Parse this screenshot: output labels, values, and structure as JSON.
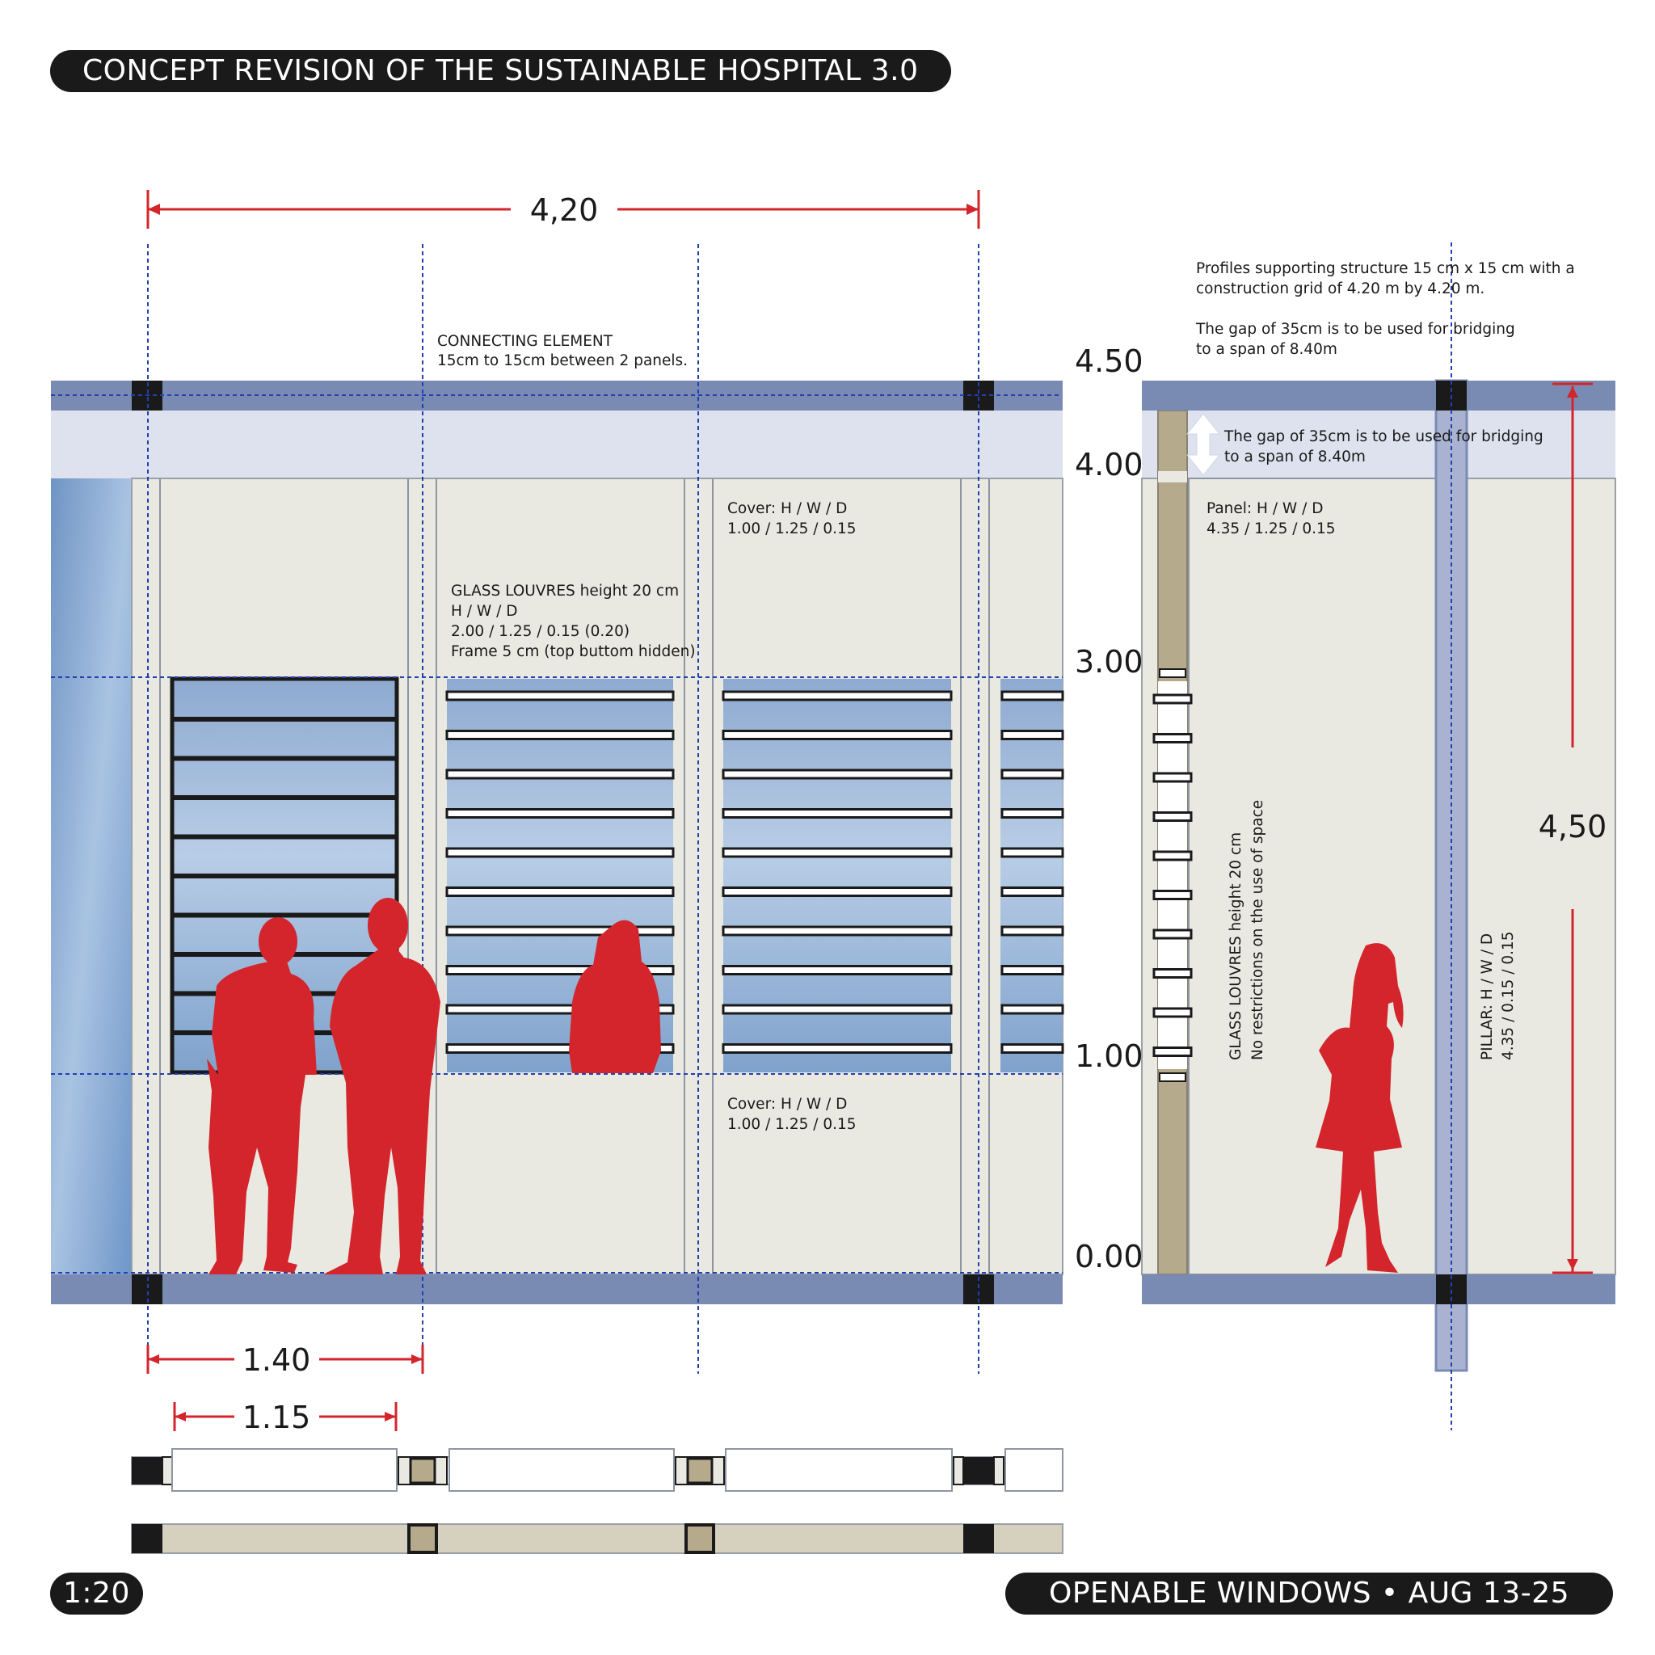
{
  "header": {
    "title": "CONCEPT REVISION OF THE SUSTAINABLE HOSPITAL 3.0"
  },
  "footer": {
    "scale": "1:20",
    "subtitle": "OPENABLE WINDOWS • AUG 13-25"
  },
  "dimensions": {
    "width_total": "4,20",
    "width_panel": "1.40",
    "width_window": "1.15",
    "height_total": "4,50",
    "levels": [
      "4.50",
      "4.00",
      "3.00",
      "1.00",
      "0.00"
    ]
  },
  "notes": {
    "connecting_element_1": "CONNECTING ELEMENT",
    "connecting_element_2": "15cm to 15cm between 2 panels.",
    "louvres_1": "GLASS LOUVRES height 20 cm",
    "louvres_2": "H / W / D",
    "louvres_3": "2.00 / 1.25 / 0.15 (0.20)",
    "louvres_4": "Frame 5 cm (top buttom hidden)",
    "cover_top_1": "Cover: H / W / D",
    "cover_top_2": "1.00 / 1.25 / 0.15",
    "cover_bottom_1": "Cover: H / W / D",
    "cover_bottom_2": "1.00 / 1.25 / 0.15",
    "profiles_1": "Profiles supporting structure 15 cm x 15 cm with a",
    "profiles_2": "construction grid of 4.20 m by 4.20 m.",
    "gap_1": "The gap of 35cm is to be used for bridging",
    "gap_2": "to a span of 8.40m",
    "gap_section_1": "The gap of 35cm is to be used for bridging",
    "gap_section_2": "to a span of 8.40m",
    "panel_1": "Panel: H / W / D",
    "panel_2": "4.35 / 1.25 / 0.15",
    "louvres_vertical_1": "GLASS LOUVRES height 20 cm",
    "louvres_vertical_2": "No restrictions on the use of space",
    "pillar_1": "PILLAR: H / W / D",
    "pillar_2": "4.35 / 0.15 / 0.15"
  },
  "colors": {
    "beam": "#7a8bb3",
    "gap_band": "#dde2ee",
    "panel": "#eae9e1",
    "panel_tan": "#b5ab8c",
    "sky": "#9db8d8",
    "silhouette": "#d3252b",
    "dimension_line": "#d3252b",
    "grid_line": "#2340b0",
    "joint": "#1a1a1a"
  },
  "icons": [
    "person-silhouette",
    "double-arrow-icon"
  ]
}
